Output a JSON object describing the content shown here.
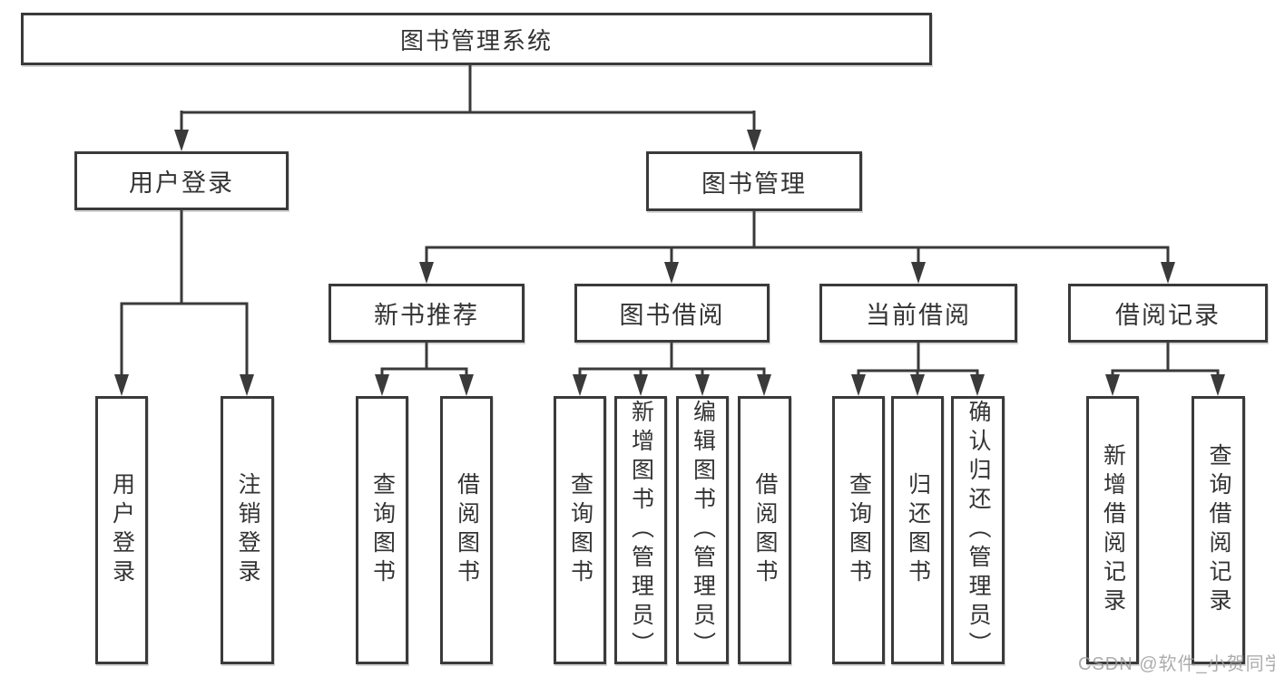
{
  "diagram": {
    "root": {
      "label": "图书管理系统"
    },
    "level2": [
      {
        "label": "用户登录",
        "children": [
          {
            "label": "用户登录"
          },
          {
            "label": "注销登录"
          }
        ]
      },
      {
        "label": "图书管理",
        "children": [
          {
            "label": "新书推荐",
            "children": [
              {
                "label": "查询图书"
              },
              {
                "label": "借阅图书"
              }
            ]
          },
          {
            "label": "图书借阅",
            "children": [
              {
                "label": "查询图书"
              },
              {
                "label": "新增图书（管理员）"
              },
              {
                "label": "编辑图书（管理员）"
              },
              {
                "label": "借阅图书"
              }
            ]
          },
          {
            "label": "当前借阅",
            "children": [
              {
                "label": "查询图书"
              },
              {
                "label": "归还图书"
              },
              {
                "label": "确认归还（管理员）"
              }
            ]
          },
          {
            "label": "借阅记录",
            "children": [
              {
                "label": "新增借阅记录"
              },
              {
                "label": "查询借阅记录"
              }
            ]
          }
        ]
      }
    ],
    "line_color": "#3a3a3a",
    "watermark": "CSDN @软件_小贺同学"
  }
}
